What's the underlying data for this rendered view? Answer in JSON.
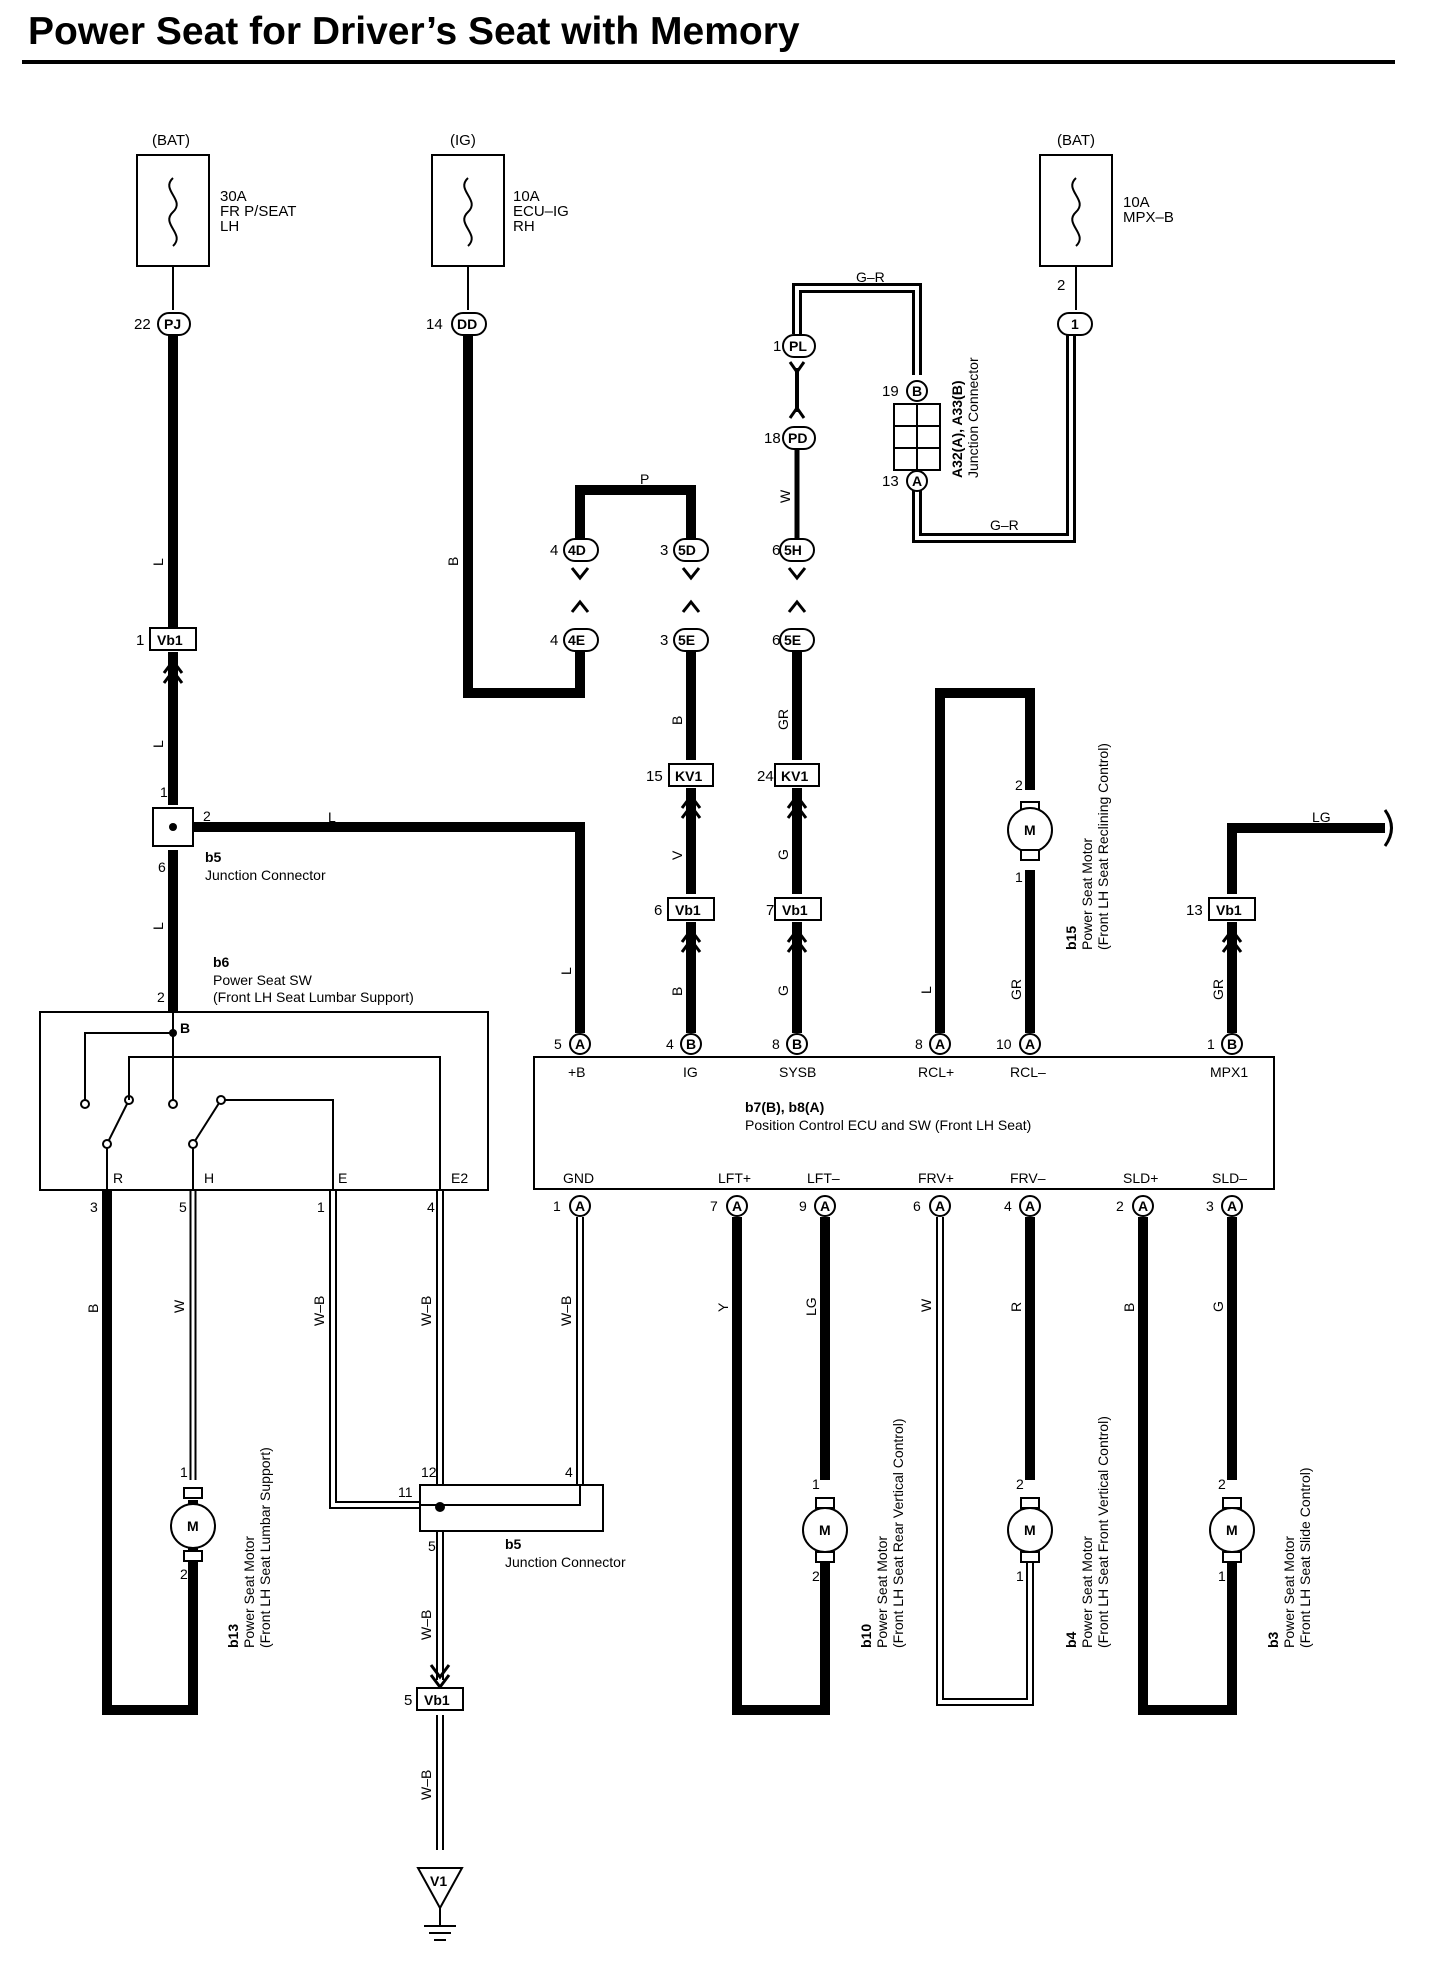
{
  "title": "Power Seat for Driver’s Seat with Memory",
  "fuses": [
    {
      "source": "(BAT)",
      "rating": "30A",
      "name": [
        "FR P/SEAT",
        "LH"
      ]
    },
    {
      "source": "(IG)",
      "rating": "10A",
      "name": [
        "ECU–IG",
        "RH"
      ]
    },
    {
      "source": "(BAT)",
      "rating": "10A",
      "name": [
        "MPX–B"
      ]
    }
  ],
  "connectors": {
    "pj": {
      "pin": "22",
      "id": "PJ"
    },
    "dd": {
      "pin": "14",
      "id": "DD"
    },
    "pl": {
      "pin": "1",
      "id": "PL"
    },
    "pd": {
      "pin": "18",
      "id": "PD"
    },
    "c1": {
      "pin": "2",
      "id": "1"
    },
    "d4": {
      "pin": "4",
      "id": "4D"
    },
    "d5": {
      "pin": "3",
      "id": "5D"
    },
    "h5": {
      "pin": "6",
      "id": "5H"
    },
    "e4": {
      "pin": "4",
      "id": "4E"
    },
    "e5a": {
      "pin": "3",
      "id": "5E"
    },
    "e5b": {
      "pin": "6",
      "id": "5E"
    },
    "kv1a": {
      "pin": "15",
      "id": "KV1"
    },
    "kv1b": {
      "pin": "24",
      "id": "KV1"
    },
    "vb1a": {
      "pin": "1",
      "id": "Vb1"
    },
    "vb1b": {
      "pin": "6",
      "id": "Vb1"
    },
    "vb1c": {
      "pin": "7",
      "id": "Vb1"
    },
    "vb1d": {
      "pin": "13",
      "id": "Vb1"
    },
    "vb1e": {
      "pin": "5",
      "id": "Vb1"
    },
    "jc19": {
      "pin": "19",
      "id": "B"
    },
    "jc13": {
      "pin": "13",
      "id": "A"
    }
  },
  "junction_a32": {
    "title": "A32(A), A33(B)",
    "name": "Junction Connector"
  },
  "junction_b5_top": {
    "code": "b5",
    "name": "Junction Connector",
    "pins": [
      "1",
      "2",
      "6"
    ]
  },
  "junction_b5_bottom": {
    "code": "b5",
    "name": "Junction Connector",
    "pins": [
      "12",
      "11",
      "4",
      "5"
    ]
  },
  "switch_b6": {
    "code": "b6",
    "name": [
      "Power Seat SW",
      "(Front LH Seat Lumbar Support)"
    ],
    "top_pin": "2",
    "top_term": "B",
    "terminals": [
      {
        "name": "R",
        "pin": "3"
      },
      {
        "name": "H",
        "pin": "5"
      },
      {
        "name": "E",
        "pin": "1"
      },
      {
        "name": "E2",
        "pin": "4"
      }
    ]
  },
  "ecu": {
    "code": "b7(B), b8(A)",
    "name": "Position Control ECU and SW (Front LH Seat)",
    "top_terminals": [
      {
        "name": "+B",
        "pin": "5",
        "conn": "A"
      },
      {
        "name": "IG",
        "pin": "4",
        "conn": "B"
      },
      {
        "name": "SYSB",
        "pin": "8",
        "conn": "B"
      },
      {
        "name": "RCL+",
        "pin": "8",
        "conn": "A"
      },
      {
        "name": "RCL–",
        "pin": "10",
        "conn": "A"
      },
      {
        "name": "MPX1",
        "pin": "1",
        "conn": "B"
      }
    ],
    "bottom_terminals": [
      {
        "name": "GND",
        "pin": "1",
        "conn": "A"
      },
      {
        "name": "LFT+",
        "pin": "7",
        "conn": "A"
      },
      {
        "name": "LFT–",
        "pin": "9",
        "conn": "A"
      },
      {
        "name": "FRV+",
        "pin": "6",
        "conn": "A"
      },
      {
        "name": "FRV–",
        "pin": "4",
        "conn": "A"
      },
      {
        "name": "SLD+",
        "pin": "2",
        "conn": "A"
      },
      {
        "name": "SLD–",
        "pin": "3",
        "conn": "A"
      }
    ]
  },
  "motors": [
    {
      "code": "b15",
      "name": [
        "Power Seat Motor",
        "(Front LH Seat Reclining Control)"
      ],
      "pin_top": "2",
      "pin_bottom": "1",
      "symbol": "M"
    },
    {
      "code": "b13",
      "name": [
        "Power Seat Motor",
        "(Front LH Seat Lumbar Support)"
      ],
      "pin_top": "1",
      "pin_bottom": "2",
      "symbol": "M"
    },
    {
      "code": "b10",
      "name": [
        "Power Seat Motor",
        "(Front LH Seat Rear Vertical Control)"
      ],
      "pin_top": "1",
      "pin_bottom": "2",
      "symbol": "M"
    },
    {
      "code": "b4",
      "name": [
        "Power Seat Motor",
        "(Front LH Seat Front Vertical Control)"
      ],
      "pin_top": "2",
      "pin_bottom": "1",
      "symbol": "M"
    },
    {
      "code": "b3",
      "name": [
        "Power Seat Motor",
        "(Front LH Seat Slide Control)"
      ],
      "pin_top": "2",
      "pin_bottom": "1",
      "symbol": "M"
    }
  ],
  "wire_colors": {
    "L": "L",
    "B": "B",
    "P": "P",
    "W": "W",
    "GR": "GR",
    "V": "V",
    "G": "G",
    "G_R": "G–R",
    "LG": "LG",
    "Y": "Y",
    "R": "R",
    "W_B": "W–B"
  },
  "ground": {
    "id": "V1"
  }
}
